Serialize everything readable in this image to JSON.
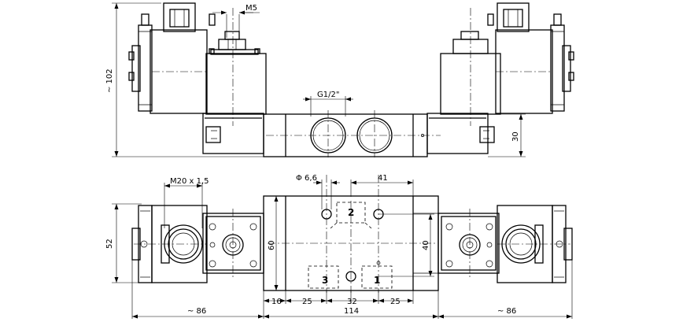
{
  "dimensions": {
    "m5": "M5",
    "g12": "G1/2\"",
    "h102": "~ 102",
    "h30": "30",
    "m20": "M20 x 1,5",
    "phi": "Φ 6,6",
    "d41": "41",
    "h52": "52",
    "h60": "60",
    "h40": "40",
    "d16": "16",
    "d25a": "25",
    "d32": "32",
    "d25b": "25",
    "dl86": "~ 86",
    "d114": "114",
    "dr86": "~ 86"
  },
  "ports": {
    "p2": "2",
    "p3": "3",
    "p1": "1"
  }
}
